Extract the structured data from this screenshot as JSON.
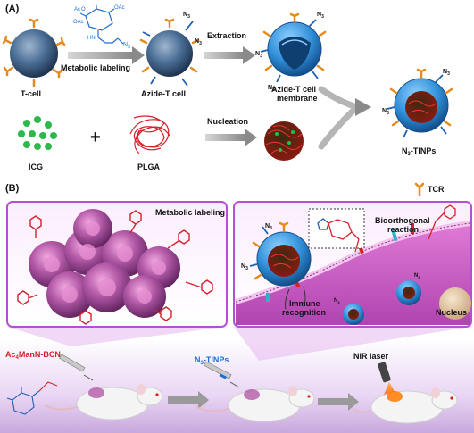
{
  "panelA": {
    "tag": "(A)",
    "tcell": "T-cell",
    "metabolic_labeling": "Metabolic labeling",
    "azide_tcell": "Azide-T cell",
    "extraction": "Extraction",
    "membrane_line1": "Azide-T cell",
    "membrane_line2": "membrane",
    "icg": "ICG",
    "plus": "+",
    "plga": "PLGA",
    "nucleation": "Nucleation",
    "tinps_sub": "3",
    "tinps_suffix": "-TINPs",
    "n_prefix": "N",
    "sugar_ac1": "Ac",
    "sugar_ac2": "O",
    "sugar_oac": "OAc",
    "sugar_hn": "HN",
    "sugar_n3": "N",
    "sugar_n3_sub": "3"
  },
  "panelB": {
    "tag": "(B)",
    "tcr": "TCR",
    "metabolic_labeling": "Metabolic labeling",
    "bioorthogonal_line1": "Bioorthogonal",
    "bioorthogonal_line2": "reaction",
    "immune_line1": "Immune",
    "immune_line2": "recognition",
    "nucleus": "Nucleus",
    "ac4_prefix": "Ac",
    "ac4_sub": "4",
    "ac4_suffix": "ManN-BCN",
    "n3tinps_prefix": "N",
    "n3tinps_sub": "3",
    "n3tinps_suffix": "-TINPs",
    "nir": "NIR laser"
  },
  "colors": {
    "cell_blue": "#3b5f86",
    "membrane_blue": "#2f8fd8",
    "spike_orange": "#e68a1e",
    "red_poly": "#d2232a",
    "icg_green": "#2db84a",
    "purple_frame": "#b64fd6",
    "bottom_band": "#c9a8de"
  }
}
